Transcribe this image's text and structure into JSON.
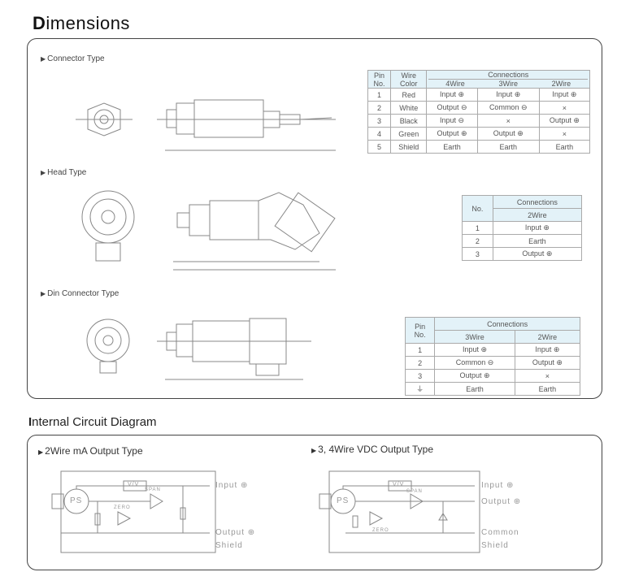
{
  "dimensions": {
    "title_first": "D",
    "title_rest": "imensions",
    "sections": [
      "Connector Type",
      "Head Type",
      "Din Connector Type"
    ],
    "connector_table": {
      "h_pin": "Pin",
      "h_no": "No.",
      "h_wire": "Wire",
      "h_color": "Color",
      "h_conn": "Connections",
      "cols": [
        "4Wire",
        "3Wire",
        "2Wire"
      ],
      "rows": [
        [
          "1",
          "Red",
          "Input ⊕",
          "Input ⊕",
          "Input ⊕"
        ],
        [
          "2",
          "White",
          "Output ⊖",
          "Common ⊖",
          "×"
        ],
        [
          "3",
          "Black",
          "Input ⊖",
          "×",
          "Output ⊕"
        ],
        [
          "4",
          "Green",
          "Output ⊕",
          "Output ⊕",
          "×"
        ],
        [
          "5",
          "Shield",
          "Earth",
          "Earth",
          "Earth"
        ]
      ]
    },
    "head_table": {
      "h_no": "No.",
      "h_conn": "Connections",
      "cols": [
        "2Wire"
      ],
      "rows": [
        [
          "1",
          "Input ⊕"
        ],
        [
          "2",
          "Earth"
        ],
        [
          "3",
          "Output ⊕"
        ]
      ]
    },
    "din_table": {
      "h_pin": "Pin",
      "h_no": "No.",
      "h_conn": "Connections",
      "cols": [
        "3Wire",
        "2Wire"
      ],
      "rows": [
        [
          "1",
          "Input ⊕",
          "Input ⊕"
        ],
        [
          "2",
          "Common ⊖",
          "Output ⊕"
        ],
        [
          "3",
          "Output ⊕",
          "×"
        ],
        [
          "⏚",
          "Earth",
          "Earth"
        ]
      ]
    }
  },
  "circuit": {
    "title_first": "I",
    "title_rest": "nternal Circuit Diagram",
    "left": {
      "label": "2Wire mA Output Type",
      "ps": "PS",
      "vv": "V/V",
      "span": "SPAN",
      "zero": "ZERO",
      "terms": [
        "Input ⊕",
        "Output ⊕",
        "Shield"
      ]
    },
    "right": {
      "label": "3, 4Wire VDC Output Type",
      "ps": "PS",
      "vv": "V/V",
      "span": "SPAN",
      "zero": "ZERO",
      "terms": [
        "Input ⊕",
        "Output ⊕",
        "Common",
        "Shield"
      ]
    }
  }
}
